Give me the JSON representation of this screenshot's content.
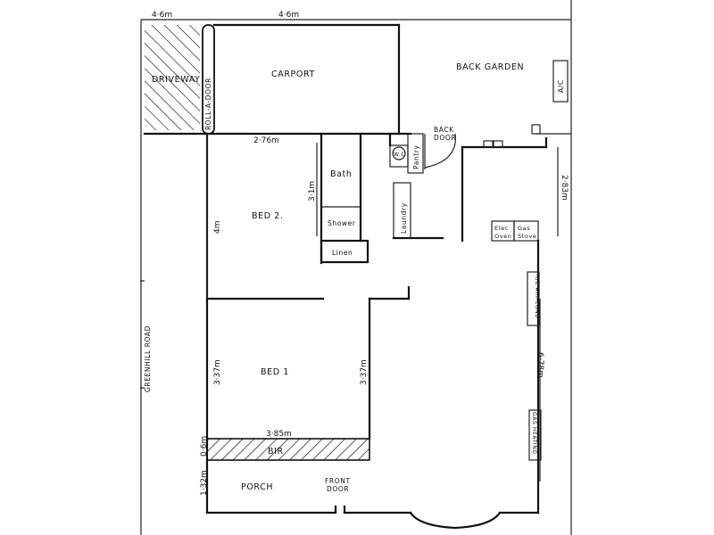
{
  "labels": {
    "driveway": "DRIVEWAY",
    "roll_a_door": "ROLL-A-DOOR",
    "carport": "CARPORT",
    "back_garden": "BACK GARDEN",
    "ac": "A/C",
    "back_door_1": "BACK",
    "back_door_2": "DOOR",
    "wc": "W.C",
    "pantry": "Pantry",
    "bath": "Bath",
    "shower": "Shower",
    "laundry": "Laundry",
    "linen": "Linen",
    "bed2": "BED 2.",
    "elec_oven_1": "Elec",
    "elec_oven_2": "Oven",
    "gas_stove_1": "Gas",
    "gas_stove_2": "Stove",
    "greenhill_road": "GREENHILL ROAD",
    "rc_air_cond": "R/C AIR-COND",
    "bed1": "BED 1",
    "gas_heating": "GAS HEATING",
    "bir": "BIR",
    "porch": "PORCH",
    "front_door_1": "FRONT",
    "front_door_2": "DOOR"
  },
  "dimensions": {
    "top_left": "4·6m",
    "top_carport": "4·6m",
    "bed2_width": "2·76m",
    "bed2_height": "4m",
    "bath_height": "3·1m",
    "kitchen_height": "2·83m",
    "living_length": "6·78m",
    "bed1_left": "3·37m",
    "bed1_right": "3·37m",
    "bed1_width": "3·85m",
    "bir_depth": "0·6m",
    "porch_depth": "1·32m"
  }
}
